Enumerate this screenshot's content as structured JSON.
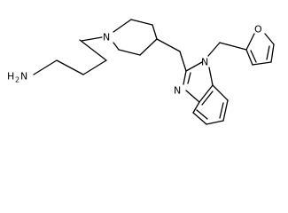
{
  "molecule": {
    "atoms": {
      "amine_h": "H",
      "amine_sub": "2",
      "amine_n": "N",
      "piperidine_n": "N",
      "imidazole_n_top": "N",
      "imidazole_n_bottom": "N",
      "furan_o": "O"
    },
    "colors": {
      "bond": "#000000",
      "label": "#000000",
      "background": "#ffffff"
    }
  }
}
